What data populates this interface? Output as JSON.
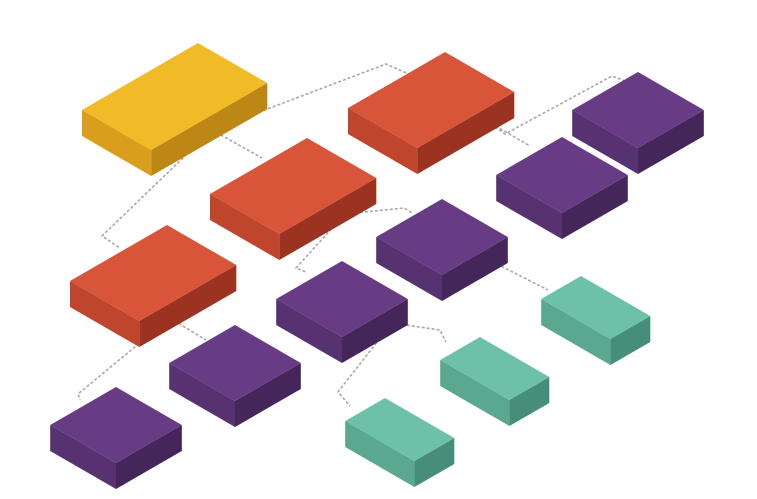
{
  "palette": {
    "yellow": {
      "top": "#f1bb28",
      "left": "#d99e1c",
      "right": "#bc8714"
    },
    "red": {
      "top": "#d8553a",
      "left": "#bf452c",
      "right": "#9c3320"
    },
    "purple": {
      "top": "#673c85",
      "left": "#563270",
      "right": "#44265a"
    },
    "teal": {
      "top": "#6dc1a9",
      "left": "#5aa890",
      "right": "#468e79"
    },
    "connector": "#a8a8a8",
    "background": "#ffffff"
  },
  "blocks": [
    {
      "id": "root",
      "color": "yellow",
      "role": "root"
    },
    {
      "id": "branch-top",
      "color": "red",
      "role": "branch"
    },
    {
      "id": "branch-mid",
      "color": "red",
      "role": "branch"
    },
    {
      "id": "branch-low",
      "color": "red",
      "role": "branch"
    },
    {
      "id": "leaf-p1",
      "color": "purple",
      "role": "leaf"
    },
    {
      "id": "leaf-p2",
      "color": "purple",
      "role": "leaf"
    },
    {
      "id": "leaf-p3",
      "color": "purple",
      "role": "leaf"
    },
    {
      "id": "leaf-p4",
      "color": "purple",
      "role": "leaf"
    },
    {
      "id": "leaf-p5",
      "color": "purple",
      "role": "leaf"
    },
    {
      "id": "leaf-p6",
      "color": "purple",
      "role": "leaf"
    },
    {
      "id": "leaf-t1",
      "color": "teal",
      "role": "sub-leaf"
    },
    {
      "id": "leaf-t2",
      "color": "teal",
      "role": "sub-leaf"
    },
    {
      "id": "leaf-t3",
      "color": "teal",
      "role": "sub-leaf"
    }
  ],
  "connections": [
    {
      "from": "root",
      "to": "branch-top"
    },
    {
      "from": "root",
      "to": "branch-mid"
    },
    {
      "from": "root",
      "to": "branch-low"
    },
    {
      "from": "branch-top",
      "to": "leaf-p1"
    },
    {
      "from": "branch-top",
      "to": "leaf-p2"
    },
    {
      "from": "branch-mid",
      "to": "leaf-p3"
    },
    {
      "from": "branch-mid",
      "to": "leaf-p4"
    },
    {
      "from": "branch-low",
      "to": "leaf-p5"
    },
    {
      "from": "branch-low",
      "to": "leaf-p6"
    },
    {
      "from": "leaf-p3",
      "to": "leaf-t1"
    },
    {
      "from": "leaf-p4",
      "to": "leaf-t2"
    },
    {
      "from": "leaf-p4",
      "to": "leaf-t3"
    }
  ]
}
